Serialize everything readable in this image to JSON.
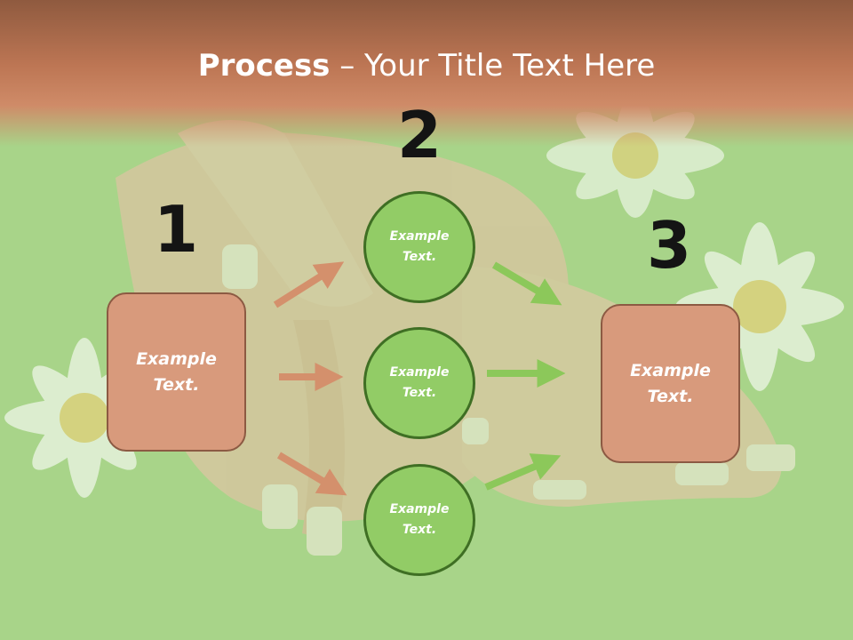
{
  "title": {
    "bold": "Process",
    "rest": " – Your Title Text Here"
  },
  "steps": [
    {
      "number": "1",
      "text": "Example Text."
    },
    {
      "number": "2",
      "items": [
        {
          "text": "Example Text."
        },
        {
          "text": "Example Text."
        },
        {
          "text": "Example Text."
        }
      ]
    },
    {
      "number": "3",
      "text": "Example Text."
    }
  ],
  "colors": {
    "title_band": "#bd7654",
    "box_fill": "#d89a7c",
    "box_border": "#8c5a43",
    "circle_fill": "#92cc66",
    "circle_border": "#3f6f24",
    "arrow_left": "#d4906c",
    "arrow_right": "#8cc85a",
    "background": "#a9d58a"
  }
}
